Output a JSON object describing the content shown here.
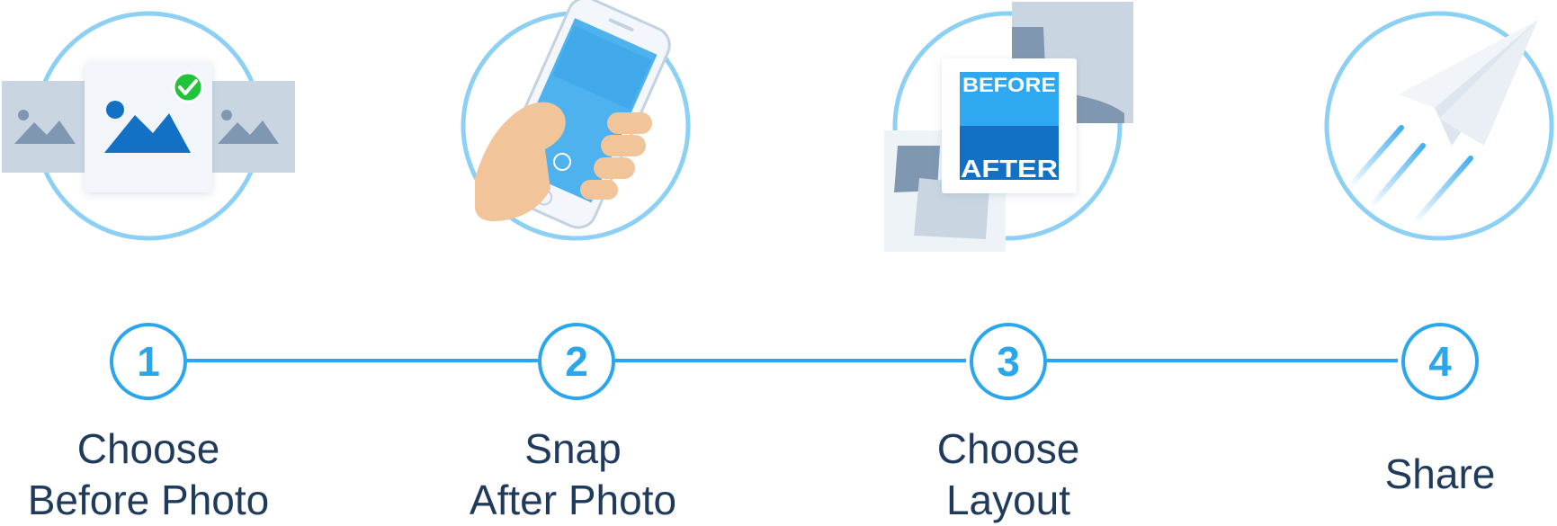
{
  "steps": [
    {
      "number": "1",
      "label_lines": [
        "Choose",
        "Before Photo"
      ]
    },
    {
      "number": "2",
      "label_lines": [
        "Snap",
        "After Photo"
      ]
    },
    {
      "number": "3",
      "label_lines": [
        "Choose",
        "Layout"
      ]
    },
    {
      "number": "4",
      "label_lines": [
        "Share"
      ]
    }
  ],
  "illustrations": {
    "step1": {
      "icons": [
        "image-placeholder-icon",
        "check-badge-icon"
      ]
    },
    "step2": {
      "icons": [
        "hand-holding-phone-icon",
        "shutter-icon"
      ]
    },
    "step3": {
      "icons": [
        "layout-card-icon"
      ],
      "card_text": [
        "BEFORE",
        "AFTER"
      ]
    },
    "step4": {
      "icons": [
        "paper-plane-icon"
      ]
    }
  },
  "colors": {
    "accent": "#2aa6ec",
    "ring": "#8dd0f5",
    "text": "#1f3a5a",
    "check": "#20c33a",
    "photo_blue": "#1271c4",
    "placeholder_gray": "#c9d6e2"
  }
}
